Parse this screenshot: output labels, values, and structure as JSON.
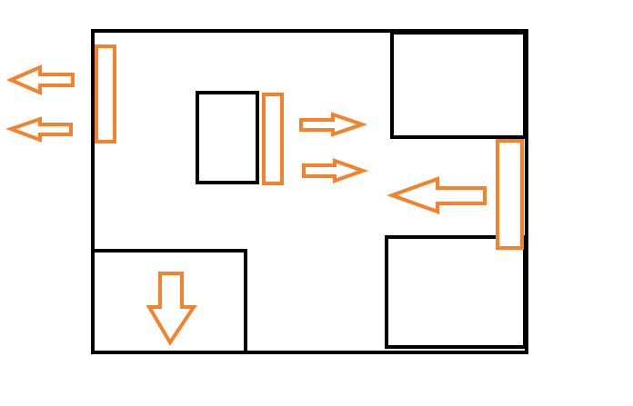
{
  "diagram": {
    "colors": {
      "outline": "#000000",
      "accent": "#f5812b",
      "background": "#ffffff"
    },
    "elements": [
      {
        "name": "outer-boundary",
        "kind": "rectangle"
      },
      {
        "name": "top-right-box",
        "kind": "rectangle"
      },
      {
        "name": "center-box",
        "kind": "rectangle"
      },
      {
        "name": "bottom-left-box",
        "kind": "rectangle"
      },
      {
        "name": "bottom-right-box",
        "kind": "rectangle"
      },
      {
        "name": "left-wall-bar",
        "kind": "bar"
      },
      {
        "name": "center-bar",
        "kind": "bar"
      },
      {
        "name": "right-bar",
        "kind": "bar"
      },
      {
        "name": "arrow-left-top",
        "kind": "arrow",
        "direction": "left"
      },
      {
        "name": "arrow-left-bottom",
        "kind": "arrow",
        "direction": "left"
      },
      {
        "name": "arrow-right-top",
        "kind": "arrow",
        "direction": "right"
      },
      {
        "name": "arrow-right-bottom",
        "kind": "arrow",
        "direction": "right"
      },
      {
        "name": "arrow-left-large",
        "kind": "arrow",
        "direction": "left"
      },
      {
        "name": "arrow-down",
        "kind": "arrow",
        "direction": "down"
      }
    ]
  }
}
